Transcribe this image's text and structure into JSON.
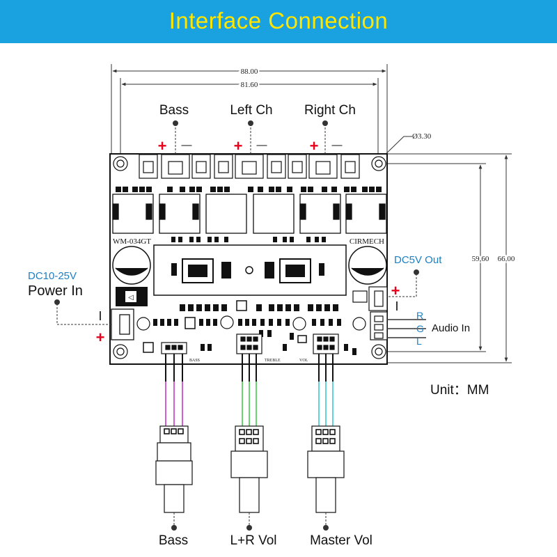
{
  "banner": {
    "title": "Interface Connection"
  },
  "dimensions": {
    "width_outer": "88.00",
    "width_inner": "81.60",
    "height_outer": "66.00",
    "height_inner": "59.60",
    "hole_diameter": "Ø3.30"
  },
  "outputs": {
    "bass": "Bass",
    "left": "Left Ch",
    "right": "Right Ch",
    "plus": "+",
    "minus": "—"
  },
  "power": {
    "voltage": "DC10-25V",
    "label": "Power In",
    "bar": "I",
    "plus": "+"
  },
  "dc_out": {
    "label": "DC5V Out",
    "plus": "+",
    "bar": "I"
  },
  "audio_in": {
    "r": "R",
    "g": "G",
    "l": "L",
    "label": "Audio In"
  },
  "unit": "Unit：MM",
  "board": {
    "model": "WM-034GT",
    "brand": "CIRMECH",
    "pot_labels": {
      "bass": "BASS",
      "treble": "TREBLE",
      "vol": "VOL"
    }
  },
  "knobs": {
    "bass": "Bass",
    "lr": "L+R Vol",
    "master": "Master Vol"
  },
  "colors": {
    "banner": "#1aa1df",
    "banner_text": "#ffe600",
    "plus_red": "#e8001c",
    "callout_blue": "#1b7fc4",
    "wire_bass": "#c637c6",
    "wire_lr": "#46c64b",
    "wire_master": "#3fc4d2"
  }
}
